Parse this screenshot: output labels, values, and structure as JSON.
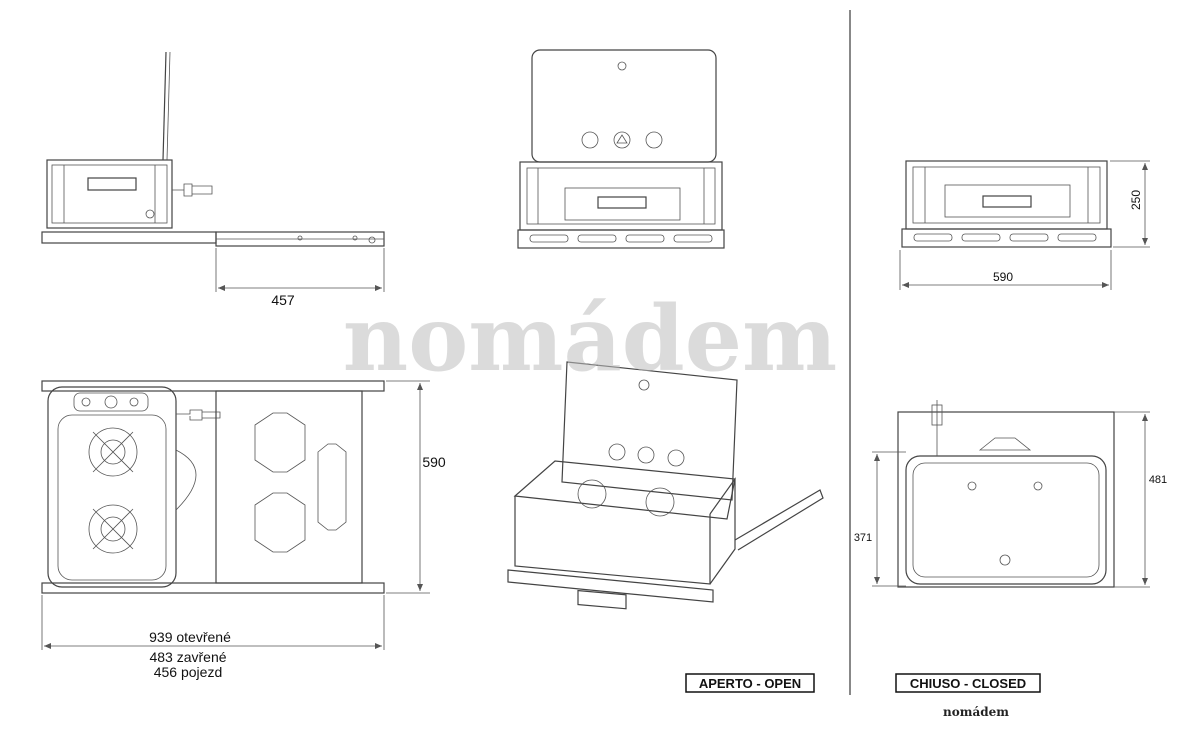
{
  "dimensions": {
    "side_rail_width": "457",
    "top_height": "590",
    "open_length": "939 otevřené",
    "closed_length": "483 zavřené",
    "travel_length": "456 pojezd",
    "front_width": "590",
    "front_height": "250",
    "top_closed_depth": "481",
    "top_closed_inner": "371"
  },
  "labels": {
    "open": "APERTO - OPEN",
    "closed": "CHIUSO - CLOSED"
  },
  "watermark": "nomádem",
  "brand_footer": "nomádem"
}
